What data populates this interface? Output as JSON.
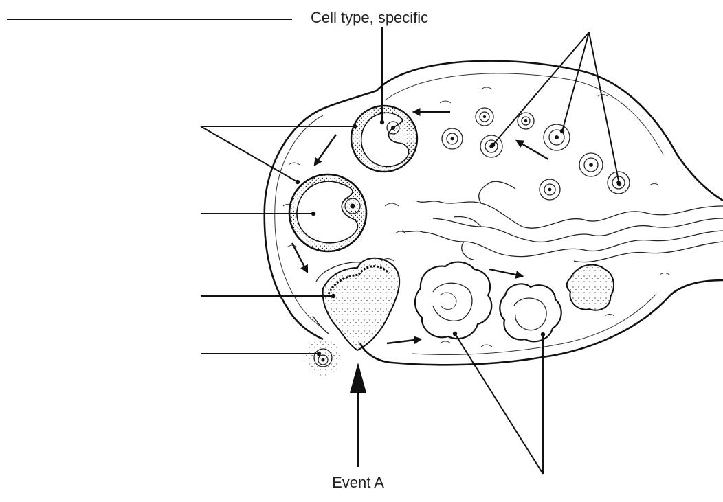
{
  "diagram": {
    "labels": {
      "top_label": "Cell type, specific",
      "bottom_label": "Event A"
    },
    "blank_answer_lines": 5
  }
}
